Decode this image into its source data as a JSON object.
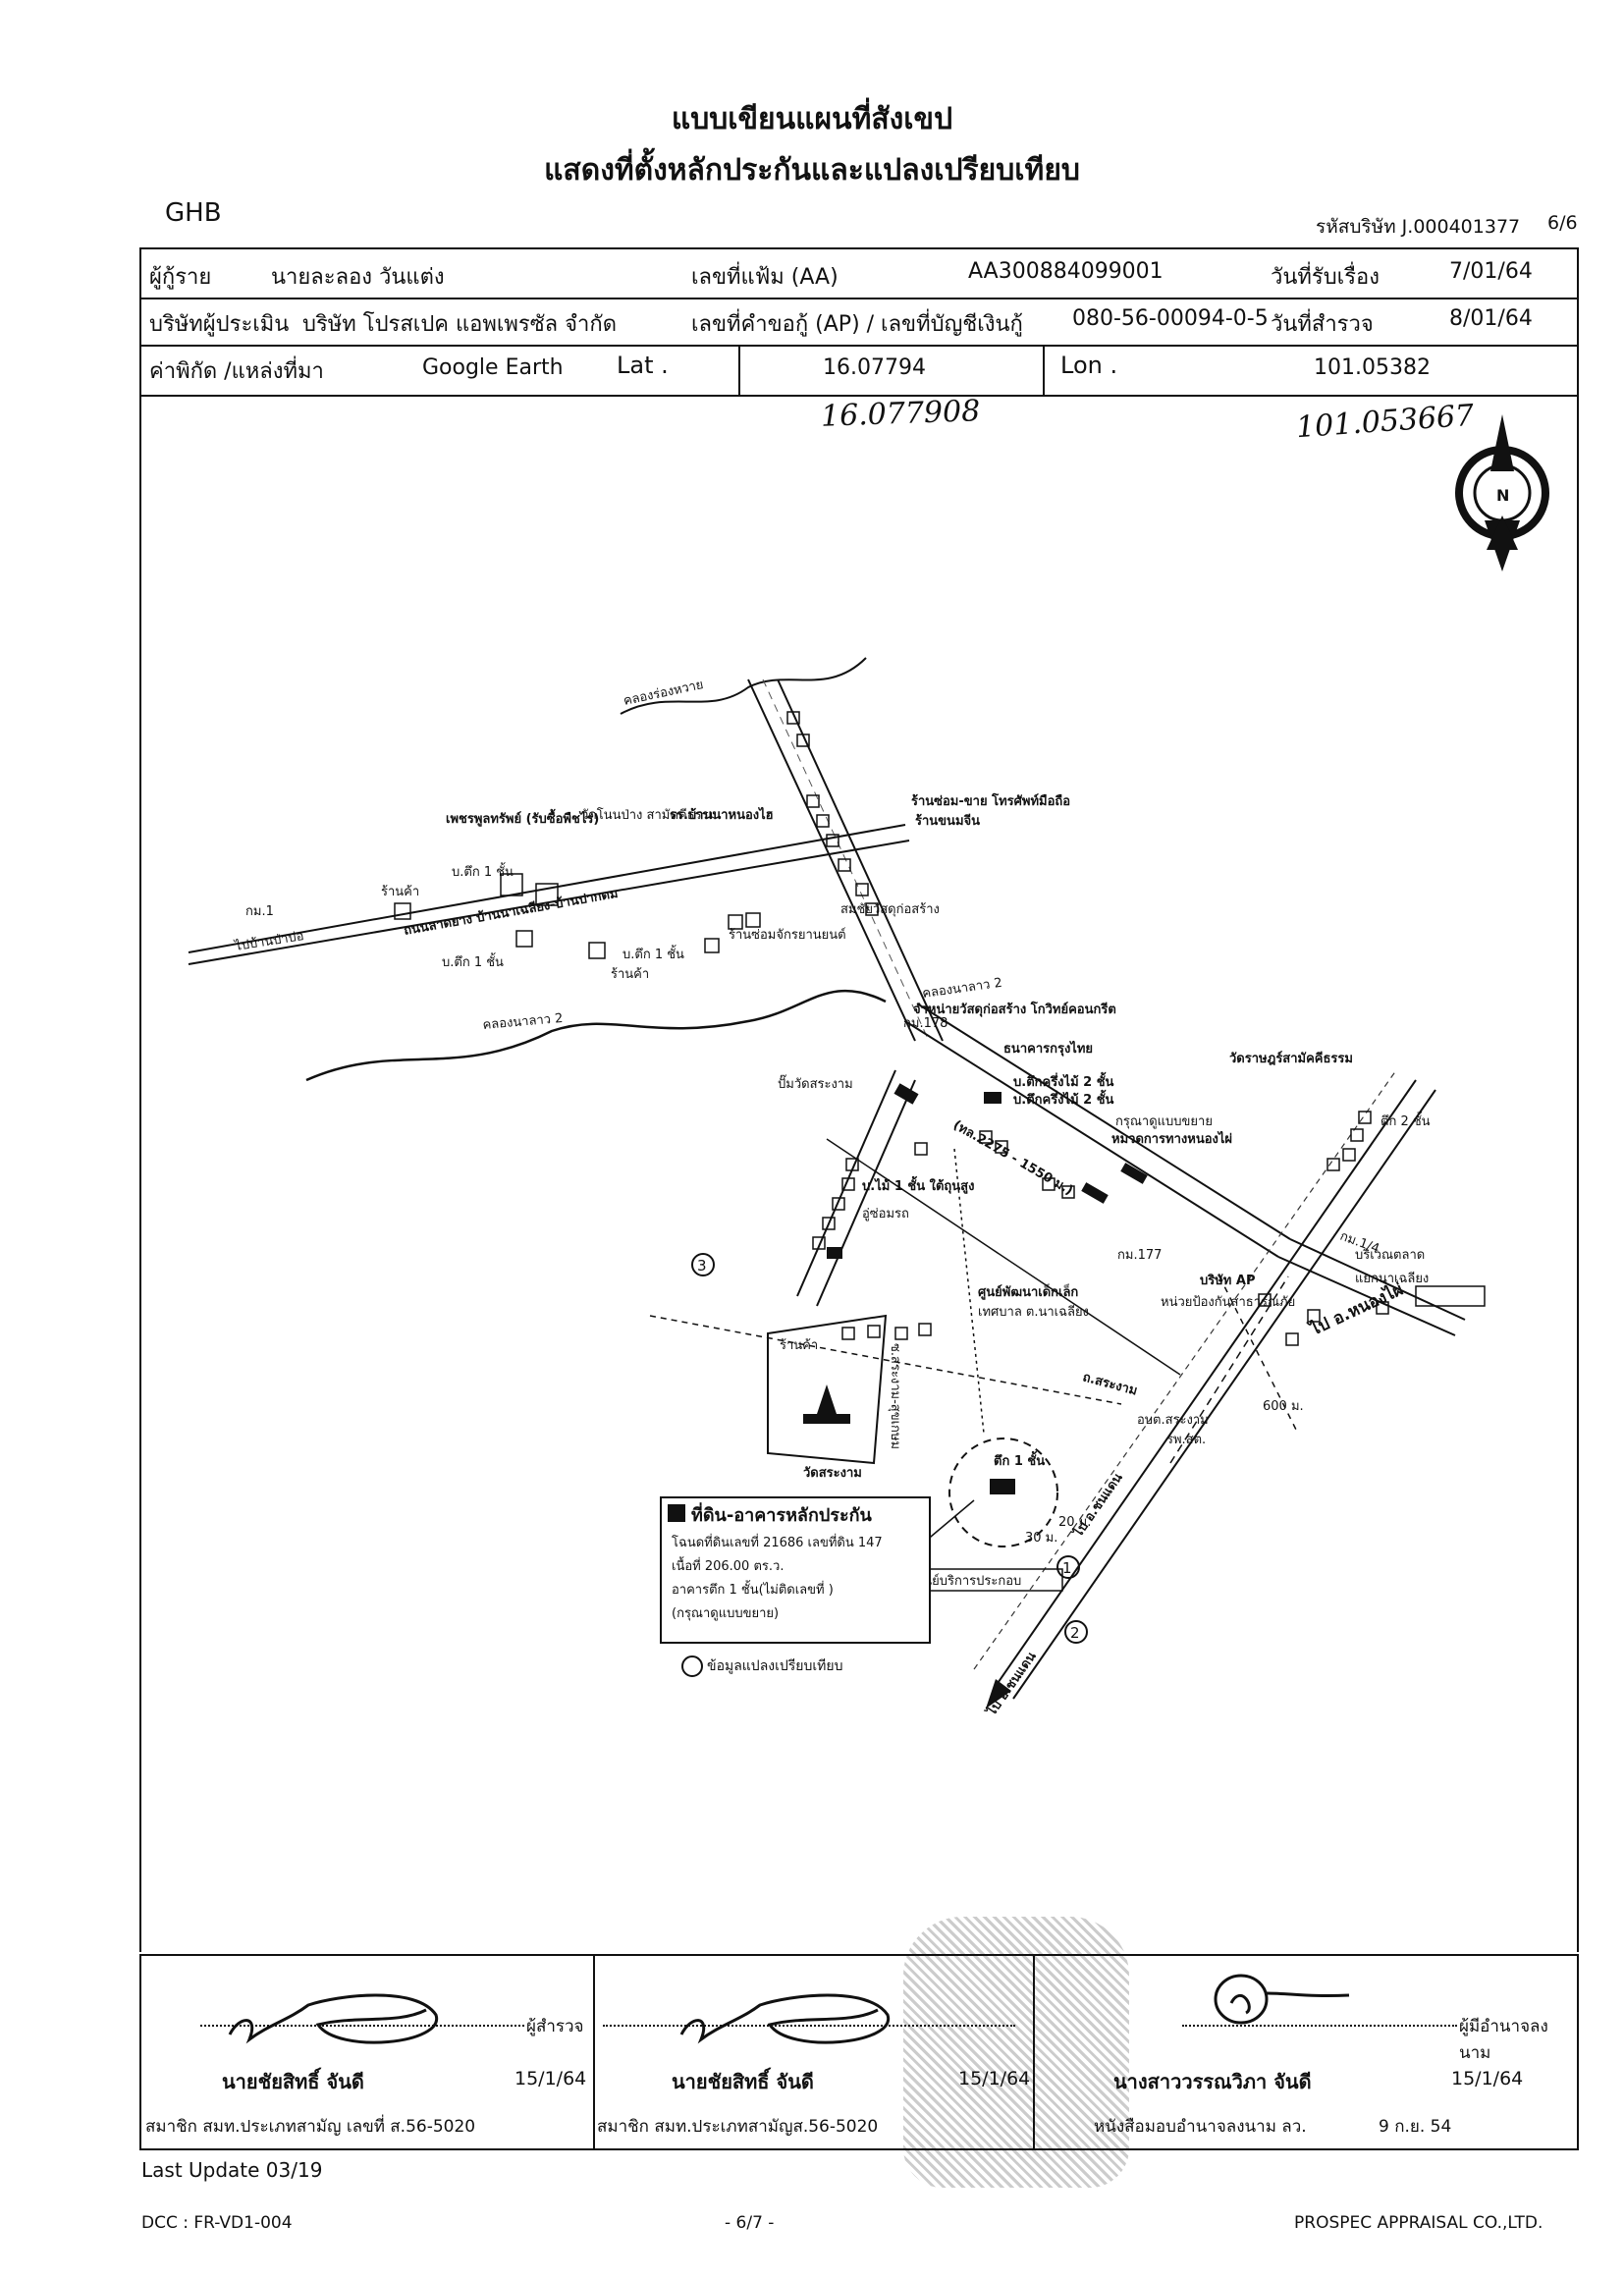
{
  "doc": {
    "title_line1": "แบบเขียนแผนที่สังเขป",
    "title_line2": "แสดงที่ตั้งหลักประกันและแปลงเปรียบเทียบ",
    "bank": "GHB",
    "company_code": "รหัสบริษัท J.000401377",
    "page_of": "6/6"
  },
  "header": {
    "borrower_label": "ผู้กู้ราย",
    "borrower_value": "นายละลอง วันแต่ง",
    "file_no_label": "เลขที่แฟ้ม (AA)",
    "file_no_value": "AA300884099001",
    "received_label": "วันที่รับเรื่อง",
    "received_value": "7/01/64",
    "appraiser_label": "บริษัทผู้ประเมิน",
    "appraiser_value": "บริษัท โปรสเปค แอพเพรซัล จำกัด",
    "request_label": "เลขที่คำขอกู้ (AP) / เลขที่บัญชีเงินกู้",
    "request_value": "080-56-00094-0-5",
    "survey_label": "วันที่สำรวจ",
    "survey_value": "8/01/64",
    "coord_label": "ค่าพิกัด /แหล่งที่มา",
    "coord_source": "Google Earth",
    "lat_label": "Lat .",
    "lat_value": "16.07794",
    "lon_label": "Lon .",
    "lon_value": "101.05382"
  },
  "handwritten": {
    "lat": "16.077908",
    "lon": "101.053667"
  },
  "map": {
    "north": "N",
    "labels": {
      "canal_top": "คลองร่องหวาย",
      "canal_mid": "คลองนาลาว 2",
      "shop_phone": "ร้านซ่อม-ขาย โทรศัพท์มือถือ",
      "shop_noodle": "ร้านขนมจีน",
      "hotel_top": "เพชรพูลทรัพย์ (รับซื้อพืชไร่)",
      "temple_top": "วัดโนนป่าง สามัคคีธรรม",
      "school": "รร.บ้านนาหนองไฮ",
      "bldg1": "บ.ตึก 1 ชั้น",
      "shop_left": "ร้านค้า",
      "km1": "กม.1",
      "road_left": "ไปบ้านป่าบ่อ",
      "road_main_h": "ถนนลาดยาง บ้านนาเฉลียง-บ้านปากตม",
      "bldg1b": "บ.ตึก 1 ชั้น",
      "bldg1c": "บ.ตึก 1 ชั้น",
      "shop_c": "ร้านค้า",
      "shop_d": "ร้านซ่อมจักรยานยนต์",
      "cement": "สมชัยวัสดุก่อสร้าง",
      "construction": "จำหน่ายวัสดุก่อสร้าง โกวิทย์คอนกรีต",
      "km178": "กม.178",
      "bank_branch": "ธนาคารกรุงไทย",
      "gas": "ปั๊มวัดสระงาม",
      "bldg2a": "บ.ตึกครึ่งไม้ 2 ชั้น",
      "bldg2b": "บ.ตึกครึ่งไม้ 2 ชั้น",
      "road_2275": "(ทล.2275 - 1550 ม.)",
      "wood": "บ.ไม้ 1 ชั้น ใต้ถุนสูง",
      "repair": "อู่ซ่อมรถ",
      "police": "หมวดการทางหนองไผ่",
      "expand": "กรุณาดูแบบขยาย",
      "temple_right": "วัดราษฎร์สามัคคีธรรม",
      "bldg2c": "ตึก 2 ชั้น",
      "km177": "กม.177",
      "company_ap": "บริษัท AP",
      "dept": "หน่วยป้องกันสาธารณภัย",
      "market": "บริเวณตลาด",
      "junction": "แยกนาเฉลียง",
      "km1_4": "กม.1/4",
      "pm": "ศูนย์พัฒนาเด็กเล็ก",
      "tambon": "เทศบาล ต.นาเฉลียง",
      "road_sg": "ถ.สระงาม",
      "road_sg2": "ซ.สระงาม-สุขเกษม",
      "temple_bottom": "วัดสระงาม",
      "shop_bottom": "ร้านค้า",
      "nongphai": "ไป อ.หนองไผ่",
      "m600": "600 ม.",
      "clinic": "อบต.สระงาม",
      "hospital": "รพ.สต.",
      "plot_bldg": "ตึก 1 ชั้น",
      "m30": "30 ม.",
      "m20": "20 ม.",
      "to_chonnaen": "ไป อ.ชนแดน",
      "to_chonnaen2": "ไป อ.ชนแดน",
      "booth": "ศูนย์บริการประกอบ"
    },
    "markers": [
      "1",
      "2",
      "3"
    ],
    "legend": {
      "title": "ที่ดิน-อาคารหลักประกัน",
      "line1": "โฉนดที่ดินเลขที่ 21686 เลขที่ดิน 147",
      "line2": "เนื้อที่ 206.00 ตร.ว.",
      "line3": "อาคารตึก 1 ชั้น(ไม่ติดเลขที่ )",
      "line4": "(กรุณาดูแบบขยาย)",
      "compare": "ข้อมูลแปลงเปรียบเทียบ"
    }
  },
  "signatures": {
    "surveyor_role": "ผู้สำรวจ",
    "surveyor_name": "นายชัยสิทธิ์ จันดี",
    "surveyor_date": "15/1/64",
    "surveyor_member": "สมาชิก สมท.ประเภทสามัญ เลขที่ ส.56-5020",
    "appraiser_name": "นายชัยสิทธิ์ จันดี",
    "appraiser_date": "15/1/64",
    "appraiser_member": "สมาชิก สมท.ประเภทสามัญส.56-5020",
    "stamp_date": "15/1/64",
    "authority_role": "ผู้มีอำนาจลงนาม",
    "authority_name": "นางสาววรรณวิภา จันดี",
    "authority_date": "15/1/64",
    "authority_letter": "หนังสือมอบอำนาจลงนาม ลว.",
    "authority_letter_date": "9 ก.ย. 54"
  },
  "footer": {
    "last_update": "Last Update 03/19",
    "dcc": "DCC : FR-VD1-004",
    "page": "- 6/7 -",
    "company": "PROSPEC APPRAISAL CO.,LTD."
  }
}
